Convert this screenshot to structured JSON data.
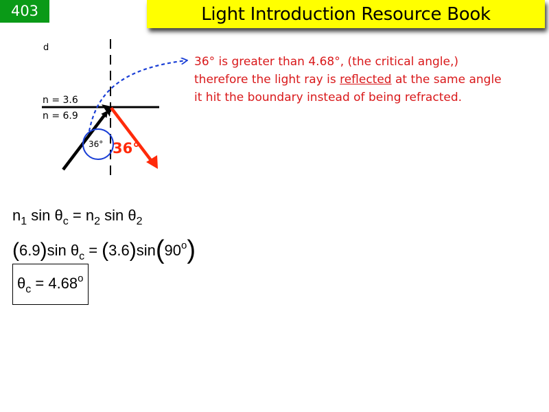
{
  "header": {
    "page_number": "403",
    "title": "Light Introduction Resource Book",
    "colors": {
      "page_badge_bg": "#0a9a17",
      "title_bg": "#ffff00"
    }
  },
  "diagram": {
    "corner_label": "d",
    "medium_top_label": "n = 3.6",
    "medium_bottom_label": "n = 6.9",
    "incident_angle_label": "36°",
    "reflected_angle_label": "36°",
    "colors": {
      "incident_ray": "#000000",
      "reflected_ray": "#ff2a0a",
      "annotation_arc": "#1a3fd6",
      "normal_line": "#000000"
    }
  },
  "explanation": {
    "line1": "36° is greater than 4.68°, (the critical angle,)",
    "line2_pre": "therefore the light ray is ",
    "line2_emph": "reflected",
    "line2_post": " at the same angle",
    "line3": "it hit the boundary instead of being refracted.",
    "color": "#d9181a"
  },
  "equations": {
    "eq1": {
      "n1": "n",
      "n1_sub": "1",
      "sin1": " sin θ",
      "sin1_sub": "c",
      "equals": " = ",
      "n2": "n",
      "n2_sub": "2",
      "sin2": " sin θ",
      "sin2_sub": "2"
    },
    "eq2": {
      "lp1": "(",
      "val1": "6.9",
      "rp1": ")",
      "sin1": "sin θ",
      "sin1_sub": "c",
      "equals": " = ",
      "lp2": "(",
      "val2": "3.6",
      "rp2": ")",
      "sin2": "sin",
      "lp3": "(",
      "val3": "90",
      "val3_sup": "o",
      "rp3": ")"
    },
    "result": {
      "theta": "θ",
      "theta_sub": "c",
      "equals": " = ",
      "value": "4.68",
      "value_sup": "o"
    }
  }
}
